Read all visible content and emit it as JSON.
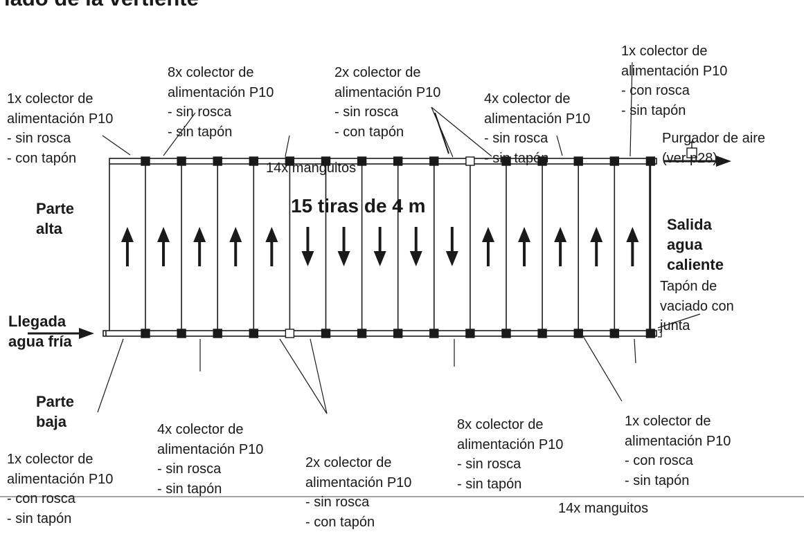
{
  "title": "lado de la vertiente",
  "center_label": "15 tiras de 4 m",
  "side_labels": {
    "top_part": [
      "Parte",
      "alta"
    ],
    "bottom_part": [
      "Parte",
      "baja"
    ],
    "cold_inlet": [
      "Llegada",
      "agua fría"
    ],
    "hot_outlet": [
      "Salida",
      "agua",
      "caliente"
    ]
  },
  "top_callouts": {
    "left_end": [
      "1x colector de",
      "alimentación P10",
      "- sin rosca",
      "- con tapón"
    ],
    "group_8x": [
      "8x colector de",
      "alimentación P10",
      "- sin rosca",
      "- sin tapón"
    ],
    "sleeves": [
      "14x manguitos"
    ],
    "group_2x": [
      "2x colector de",
      "alimentación P10",
      "- sin rosca",
      "- con tapón"
    ],
    "group_4x": [
      "4x colector de",
      "alimentación P10",
      "- sin rosca",
      "- sin tapón"
    ],
    "right_end": [
      "1x colector de",
      "alimentación P10",
      "- con rosca",
      "- sin tapón"
    ],
    "air_vent": [
      "Purgador de aire",
      "(ver p28)"
    ]
  },
  "bottom_callouts": {
    "drain_plug": [
      "Tapón de",
      "vaciado con",
      "junta"
    ],
    "left_end": [
      "1x colector de",
      "alimentación P10",
      "- con rosca",
      "- sin tapón"
    ],
    "group_4x": [
      "4x colector de",
      "alimentación P10",
      "- sin rosca",
      "- sin tapón"
    ],
    "group_2x": [
      "2x colector de",
      "alimentación P10",
      "- sin rosca",
      "- con tapón"
    ],
    "group_8x": [
      "8x colector de",
      "alimentación P10",
      "- sin rosca",
      "- sin tapón"
    ],
    "right_end": [
      "1x colector de",
      "alimentación P10",
      "- con rosca",
      "- sin tapón"
    ],
    "sleeves": [
      "14x manguitos"
    ]
  },
  "strips": {
    "count": 15,
    "flow": [
      "up",
      "up",
      "up",
      "up",
      "up",
      "down",
      "down",
      "down",
      "down",
      "down",
      "up",
      "up",
      "up",
      "up",
      "up"
    ]
  }
}
